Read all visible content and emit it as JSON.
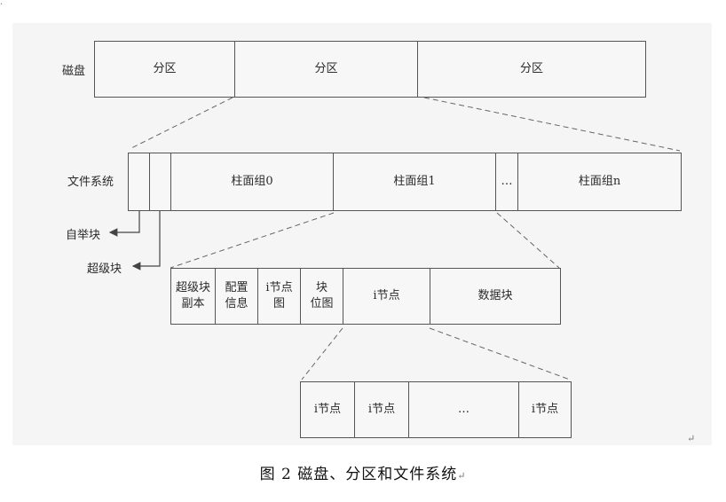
{
  "disk": {
    "label": "磁盘",
    "partitions": [
      "分区",
      "分区",
      "分区"
    ]
  },
  "filesystem": {
    "label": "文件系统",
    "groups": [
      "柱面组0",
      "柱面组1",
      "…",
      "柱面组n"
    ],
    "boot_block_label": "自举块",
    "super_block_label": "超级块"
  },
  "cylinder_group": {
    "cells": [
      {
        "line1": "超级块",
        "line2": "副本"
      },
      {
        "line1": "配置",
        "line2": "信息"
      },
      {
        "line1": "i节点",
        "line2": "图"
      },
      {
        "line1": "块",
        "line2": "位图"
      },
      {
        "line1": "i节点",
        "line2": ""
      },
      {
        "line1": "数据块",
        "line2": ""
      }
    ]
  },
  "inode_table": {
    "cells": [
      "i节点",
      "i节点",
      "…",
      "i节点"
    ]
  },
  "caption": "图 2 磁盘、分区和文件系统",
  "return_marks": [
    "↵",
    "↵"
  ]
}
